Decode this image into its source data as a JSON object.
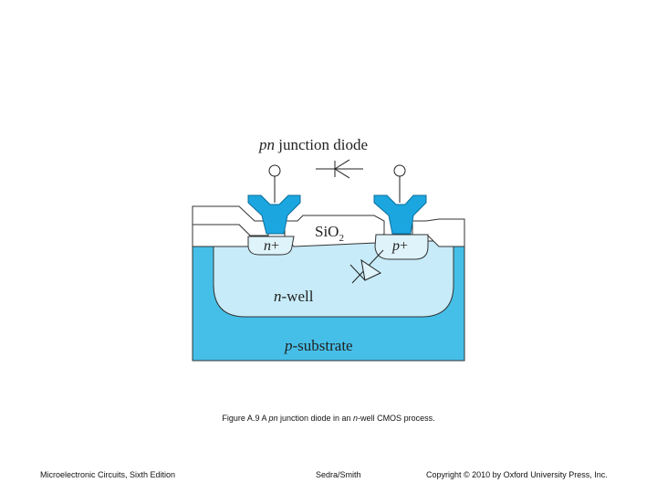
{
  "diagram": {
    "title_italic": "pn",
    "title_rest": " junction diode",
    "oxide_base": "SiO",
    "oxide_sub": "2",
    "n_plus": {
      "italic": "n",
      "rest": "+"
    },
    "p_plus": {
      "italic": "p",
      "rest": "+"
    },
    "n_well": {
      "italic": "n",
      "rest": "-well"
    },
    "p_substrate": {
      "italic": "p",
      "rest": "-substrate"
    },
    "colors": {
      "substrate": "#45bfe8",
      "n_well": "#c7ebf8",
      "diffusion": "#dff3fb",
      "metal": "#1ba6e0",
      "oxide": "#ffffff",
      "outline": "#333333"
    },
    "icons": [
      "diode-symbol-icon",
      "terminal-icon"
    ]
  },
  "caption": {
    "prefix": "Figure A.9 A ",
    "italic1": "pn",
    "middle": " junction diode in an ",
    "italic2": "n",
    "suffix": "-well CMOS process."
  },
  "footer": {
    "left": "Microelectronic Circuits, Sixth Edition",
    "center": "Sedra/Smith",
    "right": "Copyright © 2010 by Oxford University Press, Inc."
  }
}
